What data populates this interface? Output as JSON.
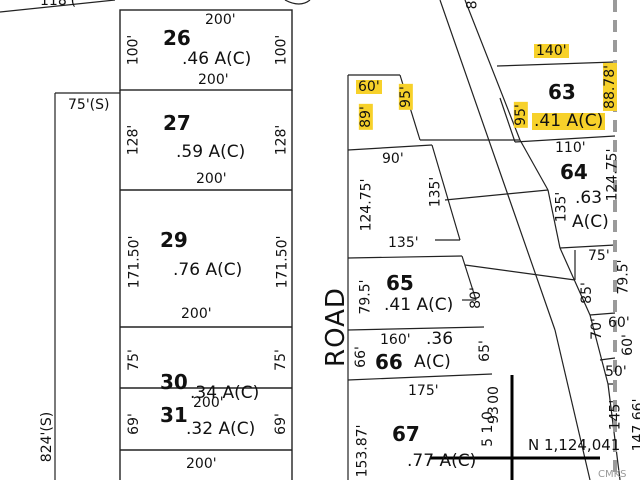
{
  "map": {
    "road_label": "ROAD",
    "coordinate_label": "N 1,124,041",
    "watermark": "CMKS",
    "top_partial": "118'(",
    "top_partial_2": "8'",
    "left_strip": {
      "top": "75'(S)",
      "side": "824'(S)"
    },
    "coord_partial_a": "5 1,0",
    "coord_partial_b": "00",
    "coord_partial_c": "93",
    "highlight_color": "#f7d12a",
    "lot_line_color": "#222222",
    "boundary_color": "#9a9a9a",
    "left_lots": [
      {
        "number": "26",
        "area": ".46 A(C)",
        "top": "200'",
        "bottom": "200'",
        "left": "100'",
        "right": "100'"
      },
      {
        "number": "27",
        "area": ".59 A(C)",
        "bottom": "200'",
        "left": "128'",
        "right": "128'"
      },
      {
        "number": "29",
        "area": ".76 A(C)",
        "top": "200'",
        "bottom": "200'",
        "left": "171.50'",
        "right": "171.50'"
      },
      {
        "number": "30",
        "area": ".34 A(C)",
        "bottom": "200'",
        "left": "75'",
        "right": "75'"
      },
      {
        "number": "31",
        "area": ".32 A(C)",
        "bottom": "200'",
        "left": "69'",
        "right": "69'"
      }
    ],
    "right_lots": [
      {
        "number": "63",
        "area": ".41 A(C)",
        "top": "140'",
        "right": "88.78'",
        "side": "95'"
      },
      {
        "number": "64",
        "area_a": ".63",
        "area_b": "A(C)",
        "top": "110'",
        "right": "124.75'",
        "side": "135'"
      },
      {
        "number": "65",
        "area": ".41 A(C)",
        "top": "135'",
        "left": "79.5'",
        "side": "80'"
      },
      {
        "number": "66",
        "area_a": ".36",
        "area_b": "A(C)",
        "top": "160'",
        "left": "66'",
        "side": "65'"
      },
      {
        "number": "67",
        "area": ".77 A(C)",
        "top": "175'",
        "left": "153.87'"
      }
    ],
    "misc_dims": {
      "d60_top": "60'",
      "d95_top": "95'",
      "d89": "89'",
      "d90": "90'",
      "d124_75_left": "124.75'",
      "d135_mid": "135'",
      "d75_right": "75'",
      "d79_5_right": "79.5'",
      "d85": "85'",
      "d70": "70'",
      "d60_right": "60'",
      "d60_right_b": "60'",
      "d50": "50'",
      "d145": "145'",
      "d147_66": "147.66'"
    }
  }
}
